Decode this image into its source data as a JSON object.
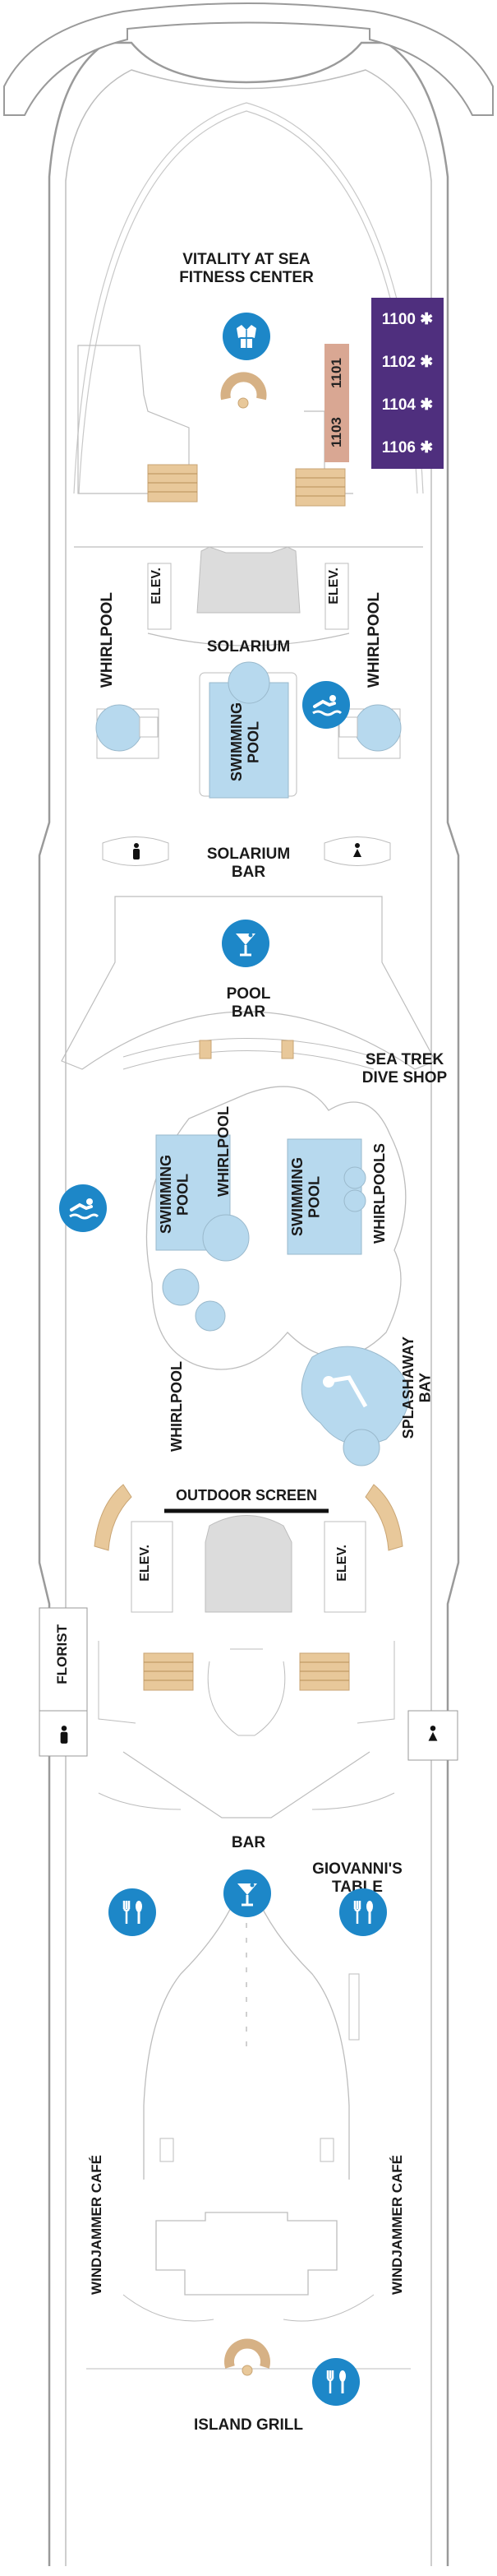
{
  "labels": {
    "fitness": "VITALITY AT SEA\nFITNESS CENTER",
    "solarium": "SOLARIUM",
    "whirlpool_left": "WHIRLPOOL",
    "whirlpool_right": "WHIRLPOOL",
    "swimming_pool_solarium": "SWIMMING\nPOOL",
    "solarium_bar": "SOLARIUM\nBAR",
    "pool_bar": "POOL\nBAR",
    "sea_trek": "SEA TREK\nDIVE SHOP",
    "swimming_pool_1": "SWIMMING\nPOOL",
    "swimming_pool_2": "SWIMMING\nPOOL",
    "whirlpool_mid": "WHIRLPOOL",
    "whirlpools": "WHIRLPOOLS",
    "whirlpool_low": "WHIRLPOOL",
    "splashaway": "SPLASHAWAY\nBAY",
    "outdoor_screen": "OUTDOOR SCREEN",
    "elev": "ELEV.",
    "florist": "FLORIST",
    "bar": "BAR",
    "giovannis": "GIOVANNI'S\nTABLE",
    "windjammer_left": "WINDJAMMER CAFÉ",
    "windjammer_right": "WINDJAMMER CAFÉ",
    "island_grill": "ISLAND GRILL"
  },
  "cabins": {
    "purple": [
      "1100 ✱",
      "1102 ✱",
      "1104 ✱",
      "1106 ✱"
    ],
    "tan": [
      "1101",
      "1103"
    ]
  },
  "colors": {
    "icon_blue": "#1d87c8",
    "pool_blue": "#b7d9ee",
    "suite_purple": "#4f2f7e",
    "cabin_tan": "#d9a793",
    "stair_tan": "#e8c89a"
  },
  "icons": [
    "fitness-robe-icon",
    "swimmer-icon",
    "cocktail-icon",
    "dining-icon",
    "restroom-male-icon",
    "restroom-female-icon",
    "spiral-stair-icon"
  ]
}
